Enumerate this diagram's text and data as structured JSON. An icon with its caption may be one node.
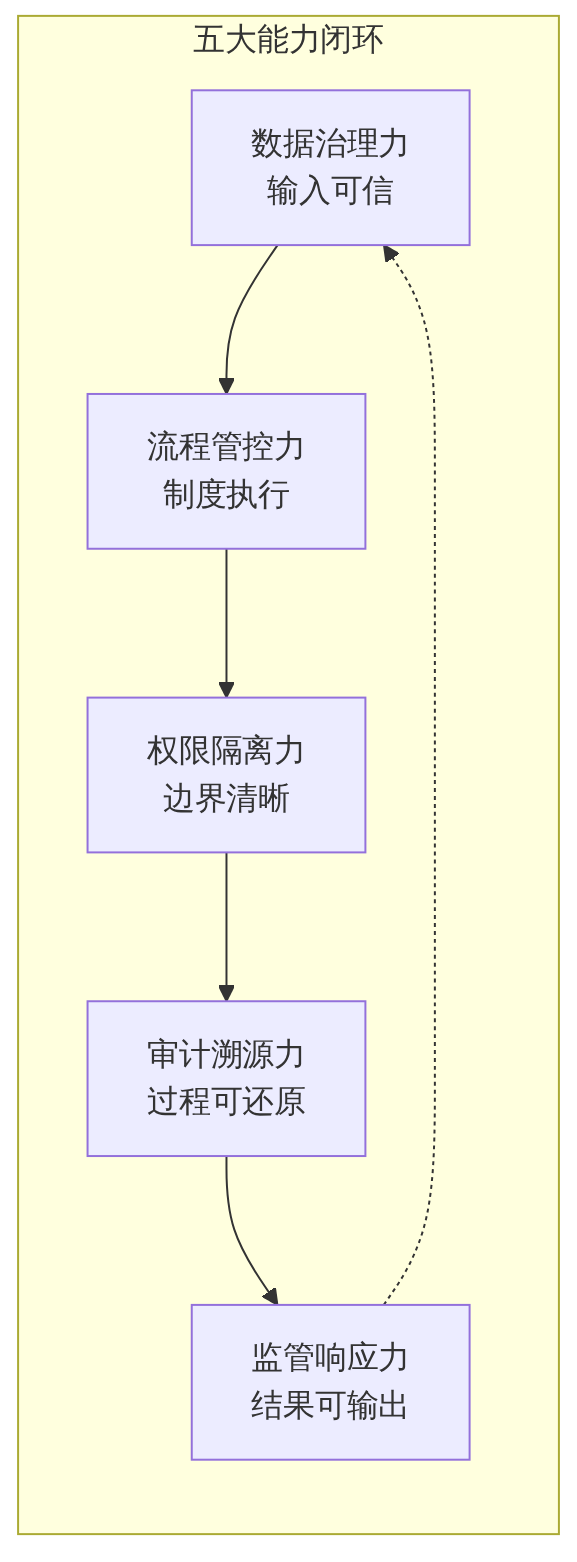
{
  "diagram": {
    "nodes": [
      {
        "text": [
          "五大能力闭环"
        ]
      },
      {
        "text": [
          "数据治理力",
          "输入可信"
        ],
        "in": 0
      },
      {
        "text": [
          "流程管控力",
          "制度执行"
        ],
        "in": 0
      },
      {
        "text": [
          "权限隔离力",
          "边界清晰"
        ],
        "in": 0
      },
      {
        "text": [
          "审计溯源力",
          "过程可还原"
        ],
        "in": 0
      },
      {
        "text": [
          "监管响应力",
          "结果可输出"
        ],
        "in": 0
      }
    ],
    "edges": [
      {
        "from": 1,
        "to": 2,
        "arrow": "to"
      },
      {
        "from": 2,
        "to": 3,
        "arrow": "to"
      },
      {
        "from": 3,
        "to": 4,
        "arrow": "to"
      },
      {
        "from": 4,
        "to": 5,
        "arrow": "to"
      },
      {
        "from": 5,
        "to": 1,
        "arrow": "to",
        "style": "dashed"
      }
    ]
  }
}
